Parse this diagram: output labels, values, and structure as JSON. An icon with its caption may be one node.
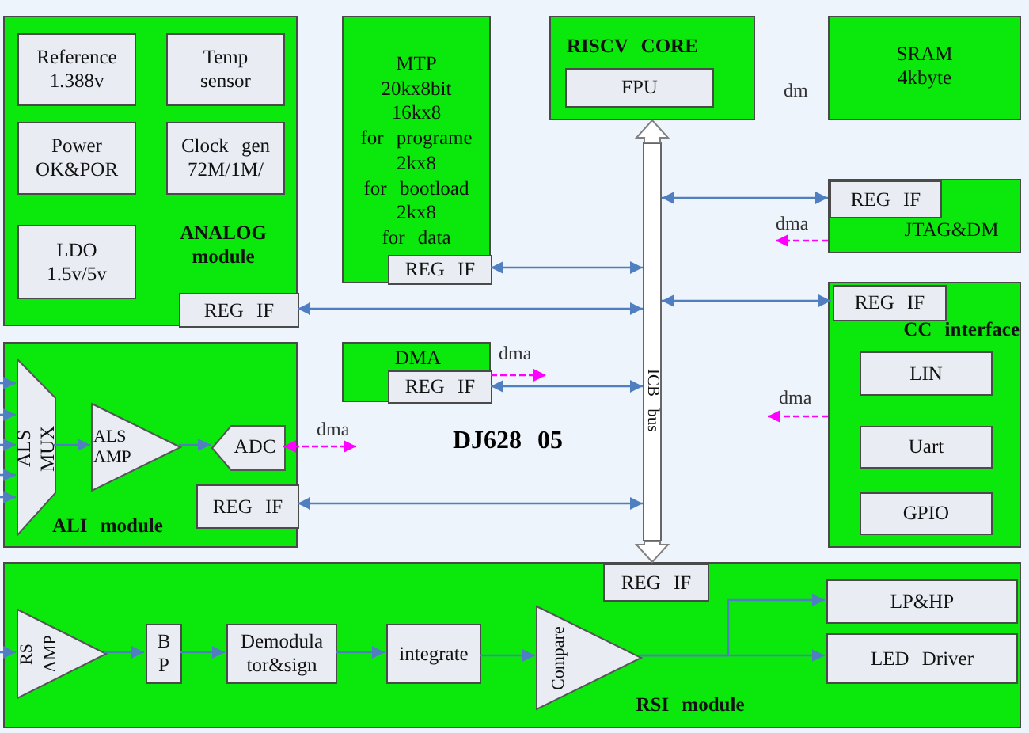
{
  "diagram": {
    "nodes": [
      {
        "text": [
          "ANALOG module"
        ]
      },
      {
        "text": [
          "Reference 1.388v"
        ],
        "in": 0
      },
      {
        "text": [
          "Temp sensor"
        ],
        "in": 0
      },
      {
        "text": [
          "Power OK&POR"
        ],
        "in": 0
      },
      {
        "text": [
          "Clock gen 72M/1M/"
        ],
        "in": 0
      },
      {
        "text": [
          "LDO 1.5v/5v"
        ],
        "in": 0
      },
      {
        "text": [
          "REG IF"
        ],
        "in": 0
      },
      {
        "text": [
          "MTP",
          "20kx8bit",
          "16kx8",
          "for programe",
          "2kx8",
          "for bootload",
          "2kx8",
          "for data"
        ]
      },
      {
        "text": [
          "REG IF"
        ],
        "in": 7
      },
      {
        "text": [
          "RISCV CORE"
        ]
      },
      {
        "text": [
          "FPU"
        ],
        "in": 9
      },
      {
        "text": [
          "SRAM 4kbyte"
        ]
      },
      {
        "text": [
          "JTAG&DM"
        ]
      },
      {
        "text": [
          "REG IF"
        ],
        "in": 12
      },
      {
        "text": [
          "CC interface"
        ]
      },
      {
        "text": [
          "REG IF"
        ],
        "in": 14
      },
      {
        "text": [
          "LIN"
        ],
        "in": 14
      },
      {
        "text": [
          "Uart"
        ],
        "in": 14
      },
      {
        "text": [
          "GPIO"
        ],
        "in": 14
      },
      {
        "text": [
          "ALI module"
        ]
      },
      {
        "text": [
          "ALS MUX"
        ],
        "in": 19
      },
      {
        "text": [
          "ALS AMP"
        ],
        "in": 19
      },
      {
        "text": [
          "ADC"
        ],
        "in": 19
      },
      {
        "text": [
          "REG IF"
        ],
        "in": 19
      },
      {
        "text": [
          "DMA"
        ]
      },
      {
        "text": [
          "REG IF"
        ],
        "in": 24
      },
      {
        "text": [
          "RSI module"
        ]
      },
      {
        "text": [
          "REG IF"
        ],
        "in": 26
      },
      {
        "text": [
          "RS AMP"
        ],
        "in": 26
      },
      {
        "text": [
          "B P"
        ],
        "in": 26
      },
      {
        "text": [
          "Demodula tor&sign"
        ],
        "in": 26
      },
      {
        "text": [
          "integrate"
        ],
        "in": 26
      },
      {
        "text": [
          "Compare"
        ],
        "in": 26
      },
      {
        "text": [
          "LP&HP"
        ],
        "in": 26
      },
      {
        "text": [
          "LED Driver"
        ],
        "in": 26
      },
      {
        "text": [
          "ICB bus"
        ]
      }
    ],
    "edges": [
      {
        "from": 35,
        "to": 6,
        "arrow": "both"
      },
      {
        "from": 35,
        "to": 8,
        "arrow": "both"
      },
      {
        "from": 35,
        "to": 13,
        "arrow": "both"
      },
      {
        "from": 35,
        "to": 15,
        "arrow": "both"
      },
      {
        "from": 35,
        "to": 25,
        "arrow": "both"
      },
      {
        "from": 35,
        "to": 23,
        "arrow": "both"
      },
      {
        "from": 35,
        "to": 9,
        "arrow": "to",
        "style": "thick",
        "color": "#808080"
      },
      {
        "from": 35,
        "to": 27,
        "arrow": "to",
        "style": "thick",
        "color": "#808080"
      },
      {
        "from": 24,
        "to": null,
        "arrow": "to",
        "label": "dma",
        "style": "dashed",
        "color": "#ff00ff"
      },
      {
        "from": 22,
        "to": null,
        "arrow": "both",
        "label": "dma",
        "style": "dashed",
        "color": "#ff00ff"
      },
      {
        "from": 12,
        "to": null,
        "arrow": "to",
        "label": "dma",
        "style": "dashed",
        "color": "#ff00ff"
      },
      {
        "from": 14,
        "to": null,
        "arrow": "to",
        "label": "dma",
        "style": "dashed",
        "color": "#ff00ff"
      },
      {
        "from": null,
        "to": 20,
        "arrow": "to"
      },
      {
        "from": null,
        "to": 20,
        "arrow": "to"
      },
      {
        "from": null,
        "to": 20,
        "arrow": "to"
      },
      {
        "from": null,
        "to": 20,
        "arrow": "to"
      },
      {
        "from": null,
        "to": 20,
        "arrow": "to"
      },
      {
        "from": 20,
        "to": 21,
        "arrow": "to"
      },
      {
        "from": 21,
        "to": 22,
        "arrow": "to"
      },
      {
        "from": null,
        "to": 28,
        "arrow": "to"
      },
      {
        "from": 28,
        "to": 29,
        "arrow": "to"
      },
      {
        "from": 29,
        "to": 30,
        "arrow": "to"
      },
      {
        "from": 30,
        "to": 31,
        "arrow": "to"
      },
      {
        "from": 31,
        "to": 32,
        "arrow": "to"
      },
      {
        "from": 32,
        "to": 33,
        "arrow": "to"
      },
      {
        "from": 32,
        "to": 34,
        "arrow": "to"
      }
    ],
    "labels": [
      "dm",
      "DJ628 05"
    ]
  }
}
